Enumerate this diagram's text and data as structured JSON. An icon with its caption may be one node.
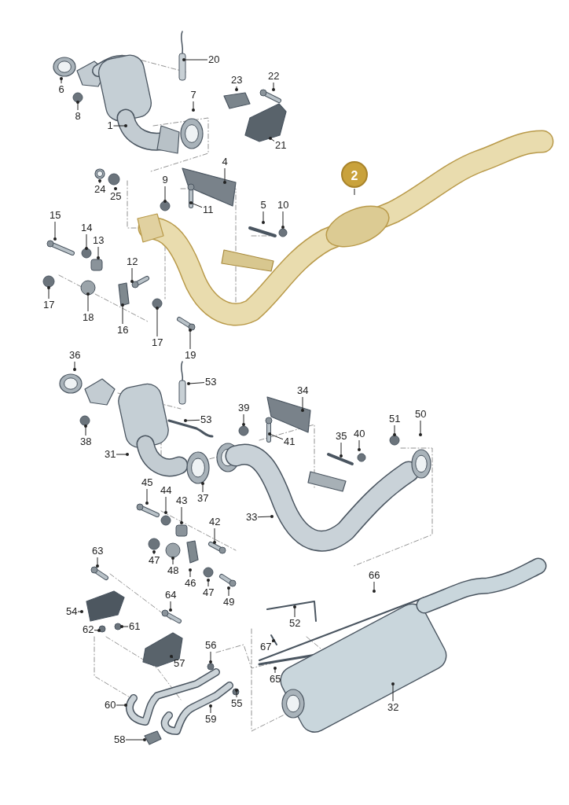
{
  "diagram": {
    "nodes": [
      {
        "text": [
          "20"
        ]
      },
      {
        "text": [
          "6"
        ]
      },
      {
        "text": [
          "8"
        ]
      },
      {
        "text": [
          "1"
        ]
      },
      {
        "text": [
          "7"
        ]
      },
      {
        "text": [
          "23"
        ]
      },
      {
        "text": [
          "22"
        ]
      },
      {
        "text": [
          "21"
        ]
      },
      {
        "text": [
          "2"
        ]
      },
      {
        "text": [
          "4"
        ]
      },
      {
        "text": [
          "24"
        ]
      },
      {
        "text": [
          "25"
        ]
      },
      {
        "text": [
          "9"
        ]
      },
      {
        "text": [
          "11"
        ]
      },
      {
        "text": [
          "5"
        ]
      },
      {
        "text": [
          "10"
        ]
      },
      {
        "text": [
          "15"
        ]
      },
      {
        "text": [
          "14"
        ]
      },
      {
        "text": [
          "13"
        ]
      },
      {
        "text": [
          "12"
        ]
      },
      {
        "text": [
          "17"
        ]
      },
      {
        "text": [
          "18"
        ]
      },
      {
        "text": [
          "16"
        ]
      },
      {
        "text": [
          "17"
        ]
      },
      {
        "text": [
          "19"
        ]
      },
      {
        "text": [
          "36"
        ]
      },
      {
        "text": [
          "53"
        ]
      },
      {
        "text": [
          "38"
        ]
      },
      {
        "text": [
          "53"
        ]
      },
      {
        "text": [
          "31"
        ]
      },
      {
        "text": [
          "39"
        ]
      },
      {
        "text": [
          "34"
        ]
      },
      {
        "text": [
          "41"
        ]
      },
      {
        "text": [
          "37"
        ]
      },
      {
        "text": [
          "35"
        ]
      },
      {
        "text": [
          "40"
        ]
      },
      {
        "text": [
          "51"
        ]
      },
      {
        "text": [
          "50"
        ]
      },
      {
        "text": [
          "33"
        ]
      },
      {
        "text": [
          "45"
        ]
      },
      {
        "text": [
          "44"
        ]
      },
      {
        "text": [
          "43"
        ]
      },
      {
        "text": [
          "42"
        ]
      },
      {
        "text": [
          "47"
        ]
      },
      {
        "text": [
          "48"
        ]
      },
      {
        "text": [
          "46"
        ]
      },
      {
        "text": [
          "47"
        ]
      },
      {
        "text": [
          "49"
        ]
      },
      {
        "text": [
          "63"
        ]
      },
      {
        "text": [
          "54"
        ]
      },
      {
        "text": [
          "64"
        ]
      },
      {
        "text": [
          "62"
        ]
      },
      {
        "text": [
          "61"
        ]
      },
      {
        "text": [
          "57"
        ]
      },
      {
        "text": [
          "56"
        ]
      },
      {
        "text": [
          "66"
        ]
      },
      {
        "text": [
          "52"
        ]
      },
      {
        "text": [
          "67"
        ]
      },
      {
        "text": [
          "65"
        ]
      },
      {
        "text": [
          "32"
        ]
      },
      {
        "text": [
          "60"
        ]
      },
      {
        "text": [
          "55"
        ]
      },
      {
        "text": [
          "59"
        ]
      },
      {
        "text": [
          "58"
        ]
      }
    ],
    "edges": [
      {
        "from": 0,
        "to": null,
        "arrow": "other"
      },
      {
        "from": 1,
        "to": null,
        "arrow": "other"
      },
      {
        "from": 2,
        "to": null,
        "arrow": "other"
      },
      {
        "from": 3,
        "to": null,
        "arrow": "other"
      },
      {
        "from": 4,
        "to": null,
        "arrow": "other"
      },
      {
        "from": 5,
        "to": null,
        "arrow": "other"
      },
      {
        "from": 6,
        "to": null,
        "arrow": "other"
      },
      {
        "from": 7,
        "to": null,
        "arrow": "other"
      },
      {
        "from": 8,
        "to": null,
        "arrow": "none"
      },
      {
        "from": 9,
        "to": null,
        "arrow": "other"
      },
      {
        "from": 10,
        "to": null,
        "arrow": "other"
      },
      {
        "from": 11,
        "to": null,
        "arrow": "other"
      },
      {
        "from": 12,
        "to": null,
        "arrow": "other"
      },
      {
        "from": 13,
        "to": null,
        "arrow": "other"
      },
      {
        "from": 14,
        "to": null,
        "arrow": "other"
      },
      {
        "from": 15,
        "to": null,
        "arrow": "other"
      },
      {
        "from": 16,
        "to": null,
        "arrow": "other"
      },
      {
        "from": 17,
        "to": null,
        "arrow": "other"
      },
      {
        "from": 18,
        "to": null,
        "arrow": "other"
      },
      {
        "from": 19,
        "to": null,
        "arrow": "other"
      },
      {
        "from": 20,
        "to": null,
        "arrow": "other"
      },
      {
        "from": 21,
        "to": null,
        "arrow": "other"
      },
      {
        "from": 22,
        "to": null,
        "arrow": "other"
      },
      {
        "from": 23,
        "to": null,
        "arrow": "other"
      },
      {
        "from": 24,
        "to": null,
        "arrow": "other"
      },
      {
        "from": 25,
        "to": null,
        "arrow": "other"
      },
      {
        "from": 26,
        "to": null,
        "arrow": "other"
      },
      {
        "from": 27,
        "to": null,
        "arrow": "other"
      },
      {
        "from": 28,
        "to": null,
        "arrow": "other"
      },
      {
        "from": 29,
        "to": null,
        "arrow": "other"
      },
      {
        "from": 30,
        "to": null,
        "arrow": "other"
      },
      {
        "from": 31,
        "to": null,
        "arrow": "other"
      },
      {
        "from": 32,
        "to": null,
        "arrow": "other"
      },
      {
        "from": 33,
        "to": null,
        "arrow": "other"
      },
      {
        "from": 34,
        "to": null,
        "arrow": "other"
      },
      {
        "from": 35,
        "to": null,
        "arrow": "other"
      },
      {
        "from": 36,
        "to": null,
        "arrow": "other"
      },
      {
        "from": 37,
        "to": null,
        "arrow": "other"
      },
      {
        "from": 38,
        "to": null,
        "arrow": "other"
      },
      {
        "from": 39,
        "to": null,
        "arrow": "other"
      },
      {
        "from": 40,
        "to": null,
        "arrow": "other"
      },
      {
        "from": 41,
        "to": null,
        "arrow": "other"
      },
      {
        "from": 42,
        "to": null,
        "arrow": "other"
      },
      {
        "from": 43,
        "to": null,
        "arrow": "other"
      },
      {
        "from": 44,
        "to": null,
        "arrow": "other"
      },
      {
        "from": 45,
        "to": null,
        "arrow": "other"
      },
      {
        "from": 46,
        "to": null,
        "arrow": "other"
      },
      {
        "from": 47,
        "to": null,
        "arrow": "other"
      },
      {
        "from": 48,
        "to": null,
        "arrow": "other"
      },
      {
        "from": 49,
        "to": null,
        "arrow": "other"
      },
      {
        "from": 50,
        "to": null,
        "arrow": "other"
      },
      {
        "from": 51,
        "to": null,
        "arrow": "other"
      },
      {
        "from": 52,
        "to": null,
        "arrow": "other"
      },
      {
        "from": 53,
        "to": null,
        "arrow": "other"
      },
      {
        "from": 54,
        "to": null,
        "arrow": "other"
      },
      {
        "from": 55,
        "to": null,
        "arrow": "other"
      },
      {
        "from": 56,
        "to": null,
        "arrow": "other"
      },
      {
        "from": 57,
        "to": null,
        "arrow": "other"
      },
      {
        "from": 58,
        "to": null,
        "arrow": "other"
      },
      {
        "from": 59,
        "to": null,
        "arrow": "other"
      },
      {
        "from": 60,
        "to": null,
        "arrow": "other"
      },
      {
        "from": 61,
        "to": null,
        "arrow": "other"
      },
      {
        "from": 62,
        "to": null,
        "arrow": "other"
      },
      {
        "from": 63,
        "to": null,
        "arrow": "other"
      }
    ]
  }
}
